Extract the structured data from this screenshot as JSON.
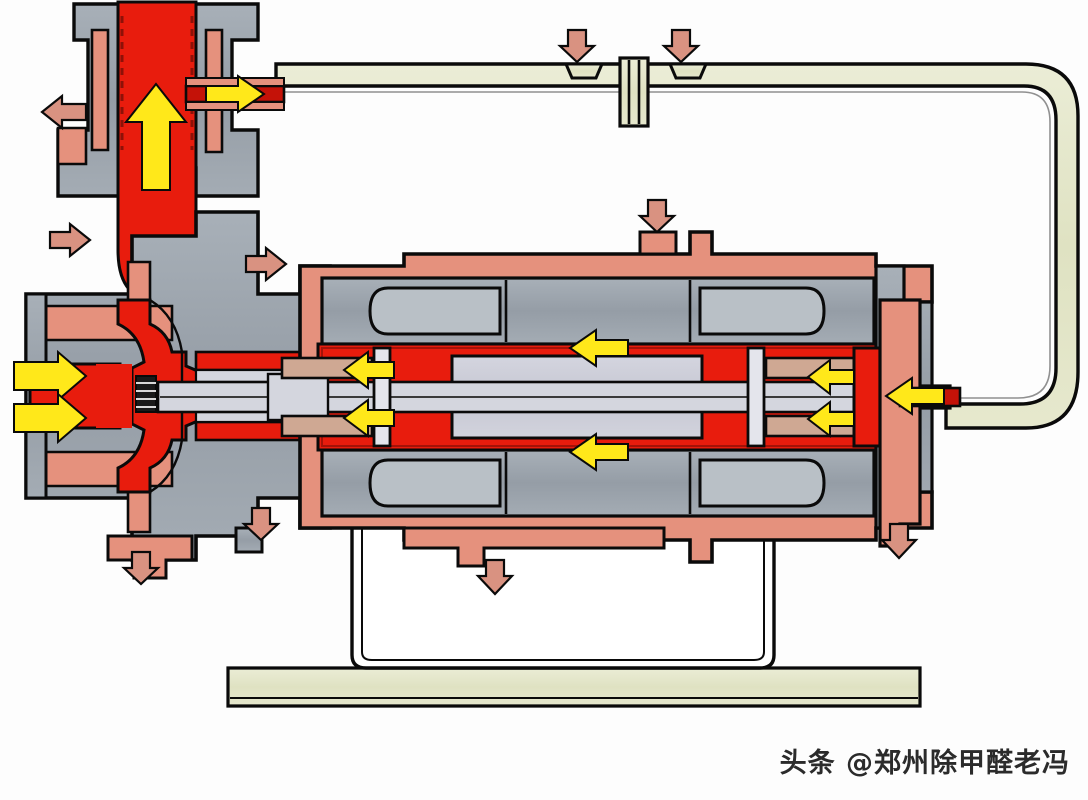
{
  "figure": {
    "kind": "cutaway-cross-section",
    "subject": "canned motor pump",
    "background_color": "#fdfdfd",
    "outline_color": "#000000"
  },
  "watermark": {
    "text": "头条 @郑州除甲醛老冯",
    "color": "#2b2b2b"
  },
  "palette": {
    "fluid_red": "#e81c0d",
    "fluid_red_dark": "#c41208",
    "casing_gray": "#9aa3ac",
    "casing_gray_light": "#b9c0c6",
    "rotor_gray": "#c8c9d4",
    "shaft_gray": "#d4d6de",
    "salmon": "#e5917d",
    "salmon_dark": "#cf7a66",
    "pipe_cream": "#e3e6c8",
    "base_cream": "#e3e6c8",
    "bearing_tan": "#cfa893",
    "arrow_yellow": "#ffe81a",
    "arrow_yellow_edge": "#b8a600",
    "arrow_salmon": "#d99281",
    "outline": "#0a0a0a"
  },
  "components": [
    {
      "id": "discharge-nozzle",
      "label": "discharge nozzle",
      "color": "casing_gray"
    },
    {
      "id": "discharge-flange",
      "label": "discharge flange",
      "color": "casing_gray"
    },
    {
      "id": "volute-casing",
      "label": "volute / pump casing",
      "color": "casing_gray"
    },
    {
      "id": "suction-inlet",
      "label": "suction inlet",
      "color": "fluid_red"
    },
    {
      "id": "impeller",
      "label": "impeller",
      "color": "fluid_red"
    },
    {
      "id": "shaft",
      "label": "rotor shaft",
      "color": "shaft_gray"
    },
    {
      "id": "front-bearing",
      "label": "front journal bearing",
      "color": "bearing_tan"
    },
    {
      "id": "rear-bearing",
      "label": "rear journal bearing",
      "color": "bearing_tan"
    },
    {
      "id": "thrust-collar-front",
      "label": "front thrust collar",
      "color": "shaft_gray"
    },
    {
      "id": "thrust-collar-rear",
      "label": "rear thrust collar",
      "color": "shaft_gray"
    },
    {
      "id": "rotor-can",
      "label": "rotor can / rotor assembly",
      "color": "rotor_gray"
    },
    {
      "id": "stator-core",
      "label": "stator core",
      "color": "casing_gray"
    },
    {
      "id": "stator-winding",
      "label": "stator end winding",
      "color": "casing_gray_light"
    },
    {
      "id": "motor-casing",
      "label": "motor casing",
      "color": "salmon"
    },
    {
      "id": "rear-bearing-housing",
      "label": "rear bearing housing",
      "color": "salmon"
    },
    {
      "id": "circulation-pipe",
      "label": "external circulation pipe",
      "color": "pipe_cream"
    },
    {
      "id": "pipe-flange",
      "label": "circulation pipe flange",
      "color": "pipe_cream"
    },
    {
      "id": "pipe-boss-a",
      "label": "circulation pipe boss (left)",
      "color": "pipe_cream"
    },
    {
      "id": "pipe-boss-b",
      "label": "circulation pipe boss (right)",
      "color": "pipe_cream"
    },
    {
      "id": "motor-support",
      "label": "motor support bracket",
      "color": "background"
    },
    {
      "id": "base-plate",
      "label": "base plate",
      "color": "base_cream"
    }
  ],
  "flow_arrows_yellow": [
    {
      "id": "suction-1",
      "label": "suction flow in (upper)",
      "direction": "right"
    },
    {
      "id": "suction-2",
      "label": "suction flow in (lower)",
      "direction": "right"
    },
    {
      "id": "discharge-up",
      "label": "discharge flow up volute",
      "direction": "up"
    },
    {
      "id": "bypass-out",
      "label": "bypass take-off to circulation pipe",
      "direction": "right"
    },
    {
      "id": "return-in",
      "label": "circulated fluid returning to motor",
      "direction": "left"
    },
    {
      "id": "rotor-gap-top",
      "label": "flow through rotor/stator gap (top)",
      "direction": "left"
    },
    {
      "id": "rotor-gap-bottom",
      "label": "flow through rotor/stator gap (bottom)",
      "direction": "left"
    },
    {
      "id": "front-brg-top",
      "label": "front bearing lubrication (top)",
      "direction": "left"
    },
    {
      "id": "front-brg-bottom",
      "label": "front bearing lubrication (bottom)",
      "direction": "left"
    },
    {
      "id": "rear-brg-top",
      "label": "rear bearing lubrication (top)",
      "direction": "left"
    },
    {
      "id": "rear-brg-bottom",
      "label": "rear bearing lubrication (bottom)",
      "direction": "left"
    }
  ],
  "pointer_arrows_salmon": [
    {
      "id": "ptr-casing-left",
      "label": "pump casing callout",
      "direction": "left"
    },
    {
      "id": "ptr-casing-left-2",
      "label": "casing body callout",
      "direction": "right"
    },
    {
      "id": "ptr-volute-side",
      "label": "volute wall callout",
      "direction": "right"
    },
    {
      "id": "ptr-pipe-boss-a",
      "label": "pipe boss callout (left)",
      "direction": "down"
    },
    {
      "id": "ptr-pipe-boss-b",
      "label": "pipe boss callout (right)",
      "direction": "down"
    },
    {
      "id": "ptr-motor-top",
      "label": "motor casing lug callout",
      "direction": "down"
    },
    {
      "id": "ptr-casing-drain",
      "label": "casing drain boss callout",
      "direction": "down"
    },
    {
      "id": "ptr-foot-left",
      "label": "pump foot callout",
      "direction": "down"
    },
    {
      "id": "ptr-motor-drain",
      "label": "motor drain boss callout",
      "direction": "down"
    },
    {
      "id": "ptr-rear-drain",
      "label": "rear housing drain callout",
      "direction": "down"
    }
  ]
}
